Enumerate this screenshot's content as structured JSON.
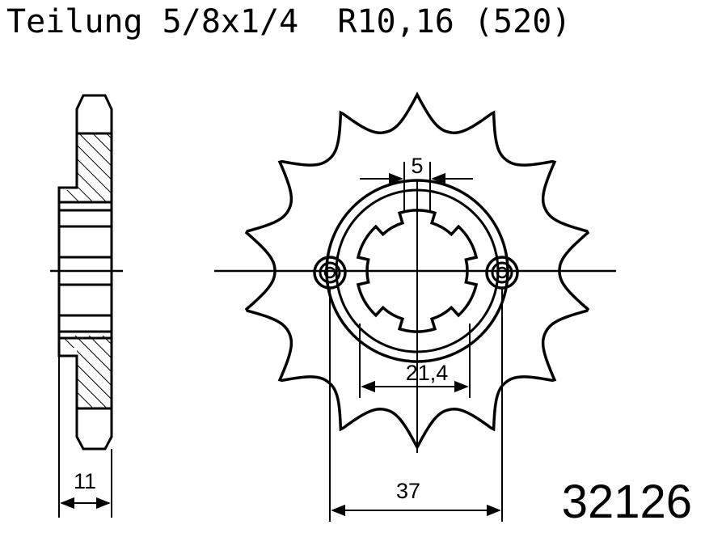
{
  "title": "Teilung 5/8x1/4  R10,16 (520)",
  "part_number": "32126",
  "dimensions": {
    "key_width": "5",
    "bolt_spacing": "21,4",
    "pitch_outer": "37",
    "thickness": "11"
  },
  "sprocket": {
    "teeth": 14
  },
  "colors": {
    "line": "#000000",
    "background": "#ffffff"
  }
}
